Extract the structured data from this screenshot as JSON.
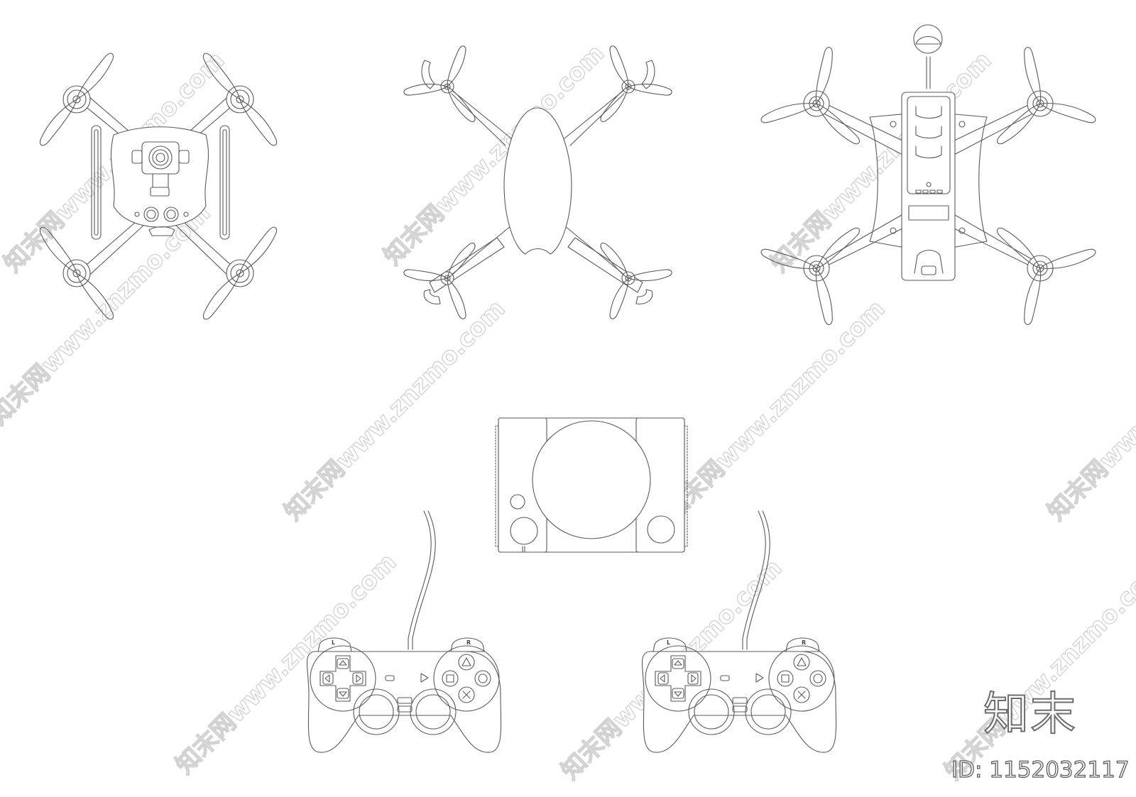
{
  "watermark": {
    "text": "知末网www.znzmo.com"
  },
  "drawings": [
    {
      "name": "camera-drone-top-view"
    },
    {
      "name": "racing-drone-top-view"
    },
    {
      "name": "fpv-drone-top-view"
    },
    {
      "name": "game-console-top-view"
    },
    {
      "name": "gamepad-left"
    },
    {
      "name": "gamepad-right"
    }
  ],
  "gamepad": {
    "left_shoulder": "L",
    "right_shoulder": "R"
  },
  "branding": {
    "logo_text": "知末",
    "asset_id": "ID: 1152032117"
  }
}
